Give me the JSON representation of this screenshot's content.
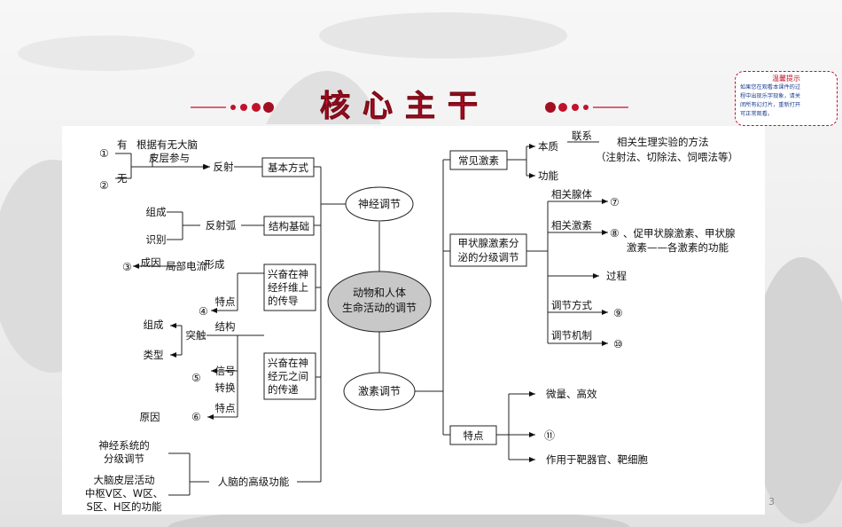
{
  "slide": {
    "title": "核心主干",
    "page_number": "3",
    "accent_color": "#c2122b"
  },
  "tip": {
    "title": "温馨提示",
    "lines": [
      "如果您在观看本课件的过",
      "程中出现乐字现象，请关",
      "闭所有幻灯片，重新打开",
      "可正常观看。"
    ]
  },
  "center": [
    "动物和人体",
    "生命活动的调节"
  ],
  "neural": {
    "title": "神经调节",
    "basic_mode": {
      "box": "基本方式",
      "reflex": "反射",
      "criterion": [
        "根据有无大脑",
        "皮层参与"
      ],
      "yes_num": "①",
      "yes": "有",
      "no_num": "②",
      "no": "无"
    },
    "structure": {
      "box": "结构基础",
      "arc": "反射弧",
      "composition": "组成",
      "identify": "识别"
    },
    "fiber": {
      "box": [
        "兴奋在神",
        "经纤维上",
        "的传导"
      ],
      "form": "形成",
      "current": "局部电流",
      "cause": "成因",
      "cause_num": "③",
      "feature": "特点",
      "feature_num": "④"
    },
    "synapse": {
      "box": [
        "兴奋在神",
        "经元之间",
        "的传递"
      ],
      "structure": "结构",
      "synapse": "突触",
      "composition": "组成",
      "type": "类型",
      "signal": "信号",
      "convert": "转换",
      "signal_num": "⑤",
      "feature": "特点",
      "reason": "原因",
      "reason_num": "⑥"
    },
    "brain": {
      "label": "人脑的高级功能",
      "item1": [
        "神经系统的",
        "分级调节"
      ],
      "item2": [
        "大脑皮层活动",
        "中枢V区、W区、",
        "S区、H区的功能"
      ]
    }
  },
  "hormone": {
    "title": "激素调节",
    "common": {
      "box": "常见激素",
      "essence": "本质",
      "connect": "联系",
      "method": "相关生理实验的方法",
      "method_detail": "（注射法、切除法、饲喂法等）",
      "function": "功能"
    },
    "thyroid": {
      "box": [
        "甲状腺激素分",
        "泌的分级调节"
      ],
      "gland": "相关腺体",
      "gland_num": "⑦",
      "hormones": "相关激素",
      "hormones_num": "⑧",
      "hormones_desc": [
        "、促甲状腺激素、甲状腺",
        "激素——各激素的功能"
      ],
      "process": "过程",
      "mode": "调节方式",
      "mode_num": "⑨",
      "mechanism": "调节机制",
      "mechanism_num": "⑩"
    },
    "features": {
      "box": "特点",
      "f1": "微量、高效",
      "f2_num": "⑪",
      "f3": "作用于靶器官、靶细胞"
    }
  }
}
